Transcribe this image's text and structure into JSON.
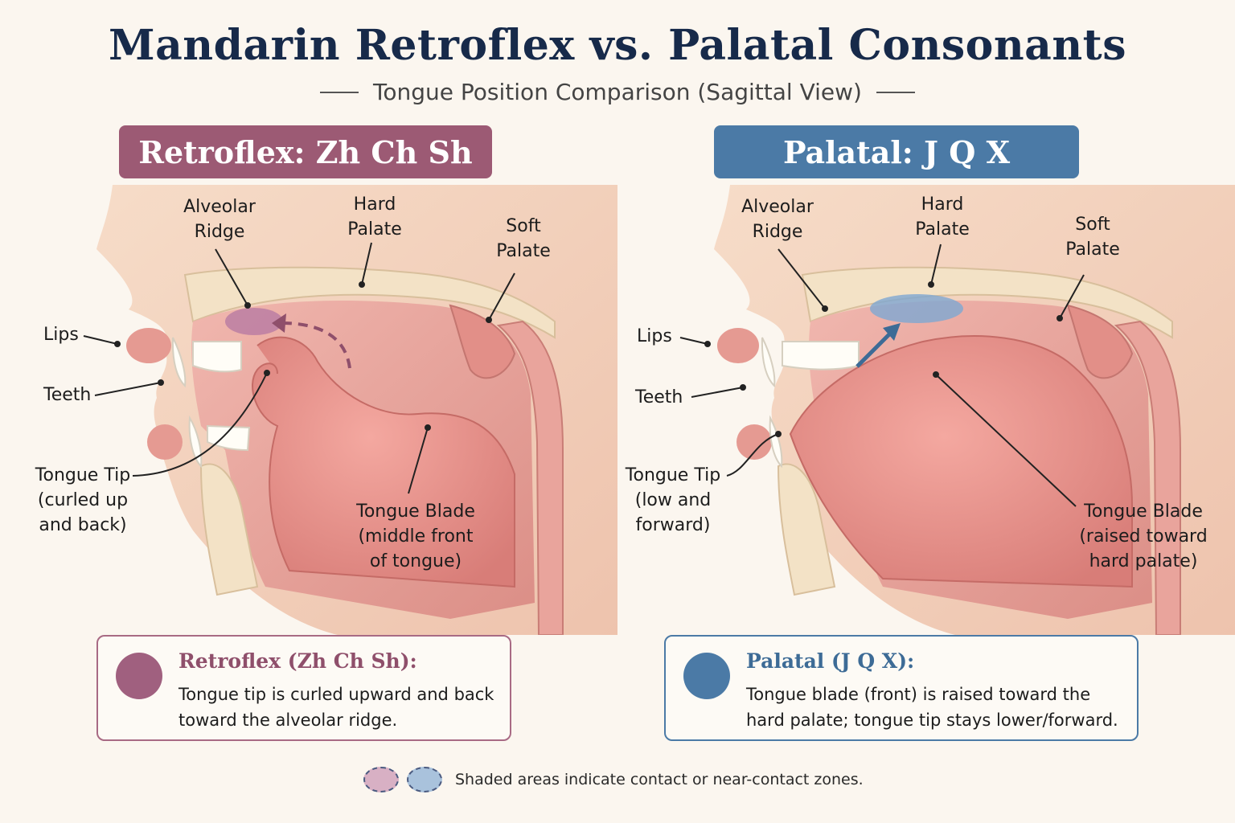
{
  "title": "Mandarin Retroflex vs. Palatal Consonants",
  "subtitle": "Tongue Position Comparison (Sagittal View)",
  "panels": {
    "retroflex": {
      "banner": "Retroflex: Zh Ch Sh",
      "accent_color": "#9c5a74",
      "labels": {
        "alveolar_ridge": "Alveolar\nRidge",
        "hard_palate": "Hard\nPalate",
        "soft_palate": "Soft\nPalate",
        "lips": "Lips",
        "teeth": "Teeth",
        "tongue_tip": "Tongue Tip\n(curled up\nand back)",
        "tongue_blade": "Tongue Blade\n(middle front\nof tongue)"
      },
      "info_head": "Retroflex (Zh Ch Sh):",
      "info_body": "Tongue tip is curled upward and back toward the alveolar ridge."
    },
    "palatal": {
      "banner": "Palatal: J Q X",
      "accent_color": "#4b7aa6",
      "labels": {
        "alveolar_ridge": "Alveolar\nRidge",
        "hard_palate": "Hard\nPalate",
        "soft_palate": "Soft\nPalate",
        "lips": "Lips",
        "teeth": "Teeth",
        "tongue_tip": "Tongue Tip\n(low and\nforward)",
        "tongue_blade": "Tongue Blade\n(raised toward\nhard palate)"
      },
      "info_head": "Palatal (J Q X):",
      "info_body": "Tongue blade (front) is raised toward the hard palate; tongue tip stays lower/forward."
    }
  },
  "legend": {
    "text": "Shaded areas indicate contact or near-contact zones.",
    "colors": [
      "#d8b0c4",
      "#a9c2dc"
    ]
  }
}
